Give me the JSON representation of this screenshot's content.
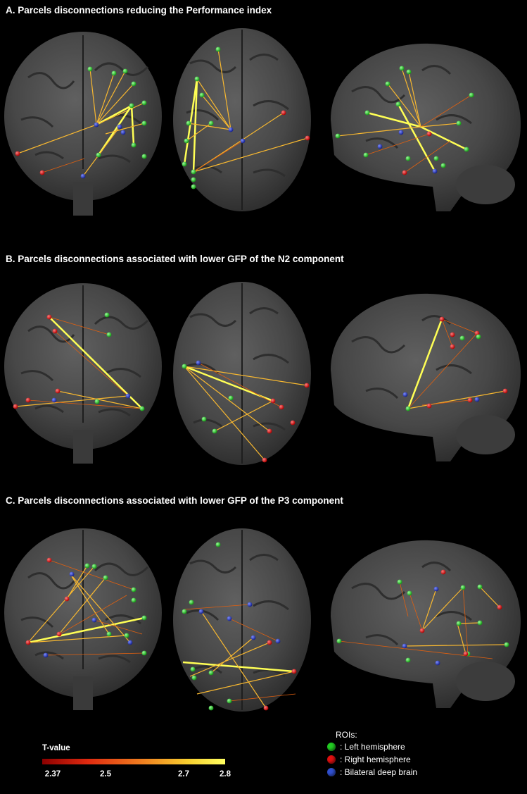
{
  "sections": [
    {
      "title": "A. Parcels disconnections reducing the Performance index"
    },
    {
      "title": "B. Parcels disconnections associated with lower GFP of the N2 component"
    },
    {
      "title": "C. Parcels disconnections associated with lower GFP of the P3 component"
    }
  ],
  "colorbar": {
    "title": "T-value",
    "ticks": [
      "2.37",
      "2.5",
      "2.7",
      "2.8"
    ],
    "colors": [
      "#8c0000",
      "#e02a10",
      "#f08020",
      "#f8d030",
      "#ffff60"
    ]
  },
  "legend": {
    "title": "ROIs:",
    "items": [
      {
        "label": ": Left hemisphere",
        "color": "#22cc22"
      },
      {
        "label": ": Right hemisphere",
        "color": "#e01010"
      },
      {
        "label": ": Bilateral deep brain",
        "color": "#3050d0"
      }
    ]
  }
}
